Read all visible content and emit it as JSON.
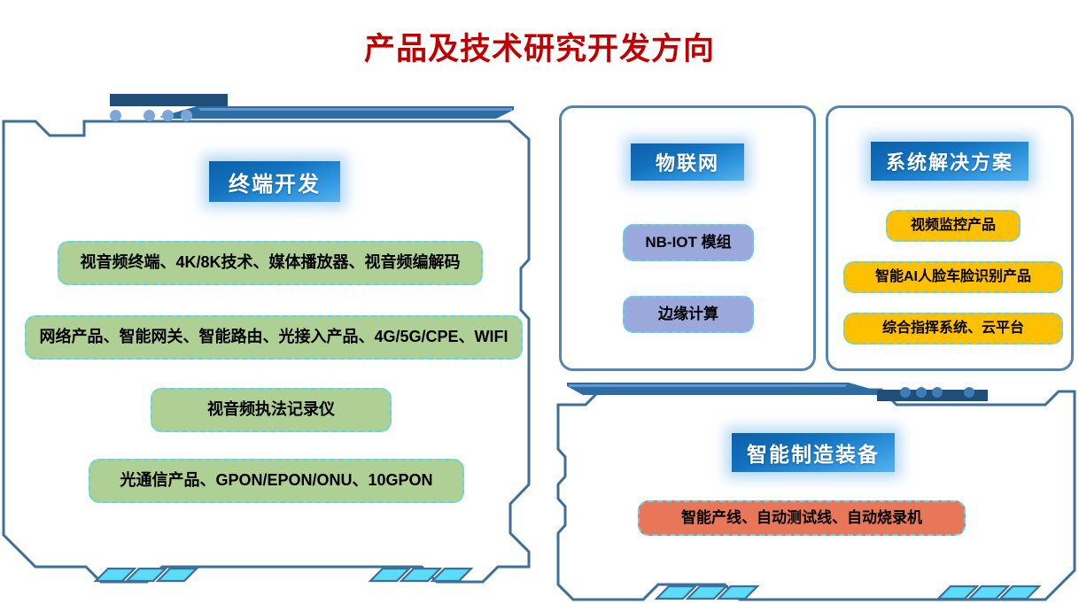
{
  "title": "产品及技术研究开发方向",
  "colors": {
    "title": "#C00000",
    "frame_stroke": "#3F6F99",
    "panel_border": "#5585AE",
    "pill_border": "#59D7F2",
    "green": "#AFD095",
    "purple": "#9BA8DC",
    "orange": "#FFC000",
    "salmon": "#E8775A",
    "accent_cyan": "#5BDCF8",
    "header_blue_dark": "#0E5FA8",
    "header_blue_light": "#56B2EE",
    "deco_dark": "#1F4E79",
    "deco_mid": "#2E6CA4",
    "deco_dot": "#7BA7D7"
  },
  "panels": {
    "terminal": {
      "header": "终端开发",
      "items": [
        {
          "label": "视音频终端、4K/8K技术、媒体播放器、视音频编解码"
        },
        {
          "label": "网络产品、智能网关、智能路由、光接入产品、4G/5G/CPE、WIFI"
        },
        {
          "label": "视音频执法记录仪"
        },
        {
          "label": "光通信产品、GPON/EPON/ONU、10GPON"
        }
      ]
    },
    "iot": {
      "header": "物联网",
      "items": [
        {
          "label": "NB-IOT 模组"
        },
        {
          "label": "边缘计算"
        }
      ]
    },
    "solution": {
      "header": "系统解决方案",
      "items": [
        {
          "label": "视频监控产品"
        },
        {
          "label": "智能AI人脸车脸识别产品"
        },
        {
          "label": "综合指挥系统、云平台"
        }
      ]
    },
    "manufacturing": {
      "header": "智能制造装备",
      "items": [
        {
          "label": "智能产线、自动测试线、自动烧录机"
        }
      ]
    }
  }
}
